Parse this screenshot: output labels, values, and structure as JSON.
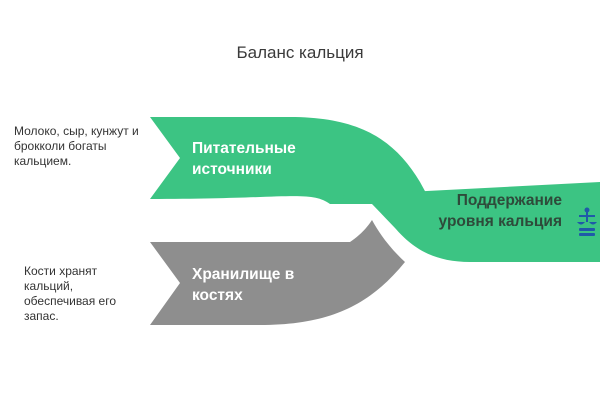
{
  "title": "Баланс кальция",
  "sources": [
    {
      "label": "Питательные источники",
      "note": "Молоко, сыр, кунжут и брокколи богаты кальцием.",
      "color": "#3cc483"
    },
    {
      "label": "Хранилище в костях",
      "note": "Кости хранят кальций, обеспечивая его запас.",
      "color": "#8e8e8e"
    }
  ],
  "target": {
    "label": "Поддержание уровня кальция",
    "icon": "scale-icon",
    "color": "#3cc483"
  }
}
